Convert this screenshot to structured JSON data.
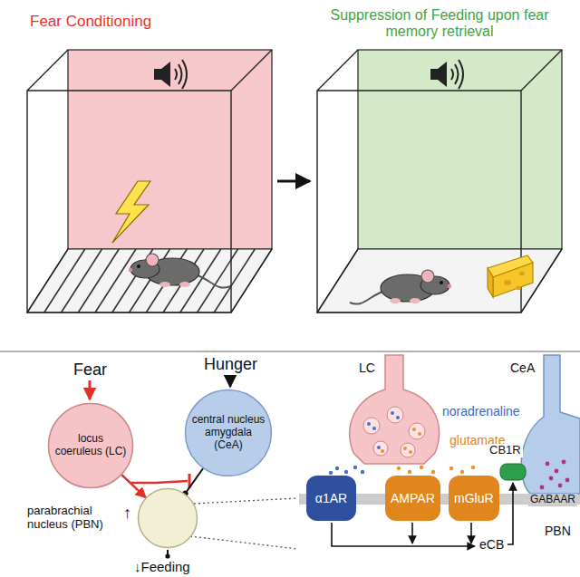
{
  "diagram": {
    "nodes": [
      {
        "text": [
          "locus coeruleus (LC)"
        ]
      },
      {
        "text": [
          "central nucleus amygdala (CeA)"
        ]
      },
      {
        "text": [
          "parabrachial nucleus (PBN)"
        ]
      },
      {
        "text": [
          "α1AR"
        ]
      },
      {
        "text": [
          "AMPAR"
        ]
      },
      {
        "text": [
          "mGluR"
        ]
      }
    ],
    "edges": [
      {
        "from": 0,
        "to": 2,
        "arrow": "to"
      },
      {
        "from": 1,
        "to": 2,
        "arrow": "to"
      }
    ],
    "labels": [
      "Fear Conditioning",
      "Suppression of Feeding upon fear memory retrieval",
      "Fear",
      "Hunger",
      "↑",
      "↓Feeding",
      "LC",
      "noradrenaline",
      "glutamate",
      "CeA",
      "CB1R",
      "GABAAR",
      "PBN",
      "eCB"
    ]
  }
}
